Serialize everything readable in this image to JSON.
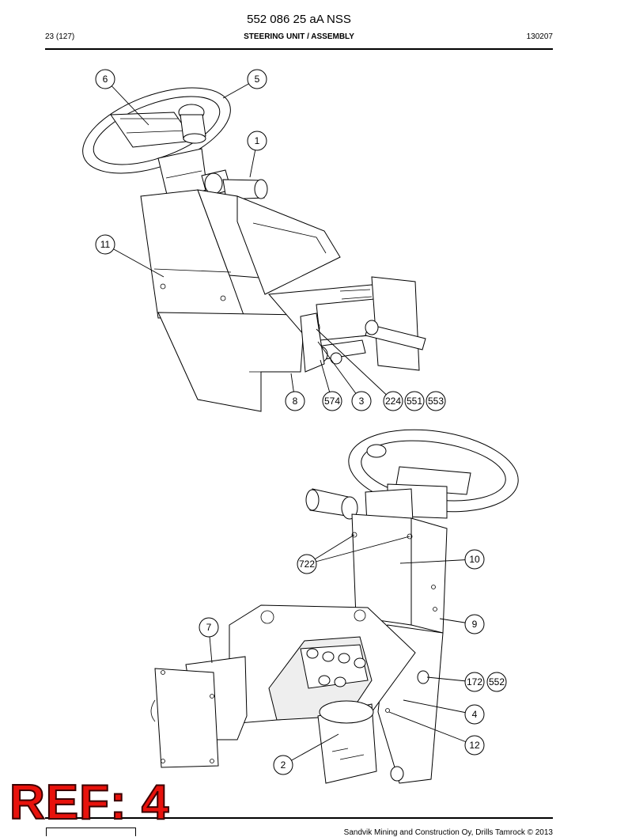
{
  "header": {
    "doc_number": "552 086 25 aA NSS",
    "page_count": "23 (127)",
    "section_title": "STEERING UNIT / ASSEMBLY",
    "date_code": "130207"
  },
  "callouts": {
    "c6": "6",
    "c5": "5",
    "c1": "1",
    "c11": "11",
    "c8": "8",
    "c574": "574",
    "c3": "3",
    "c224": "224",
    "c551": "551",
    "c553": "553",
    "c722": "722",
    "c10": "10",
    "c9": "9",
    "c7": "7",
    "c172": "172",
    "c552": "552",
    "c4": "4",
    "c12": "12",
    "c2": "2"
  },
  "stamp": {
    "text": "REF: 4",
    "color": "#e8120c"
  },
  "footer": {
    "text": "Sandvik Mining and Construction Oy, Drills Tamrock © 2013"
  }
}
